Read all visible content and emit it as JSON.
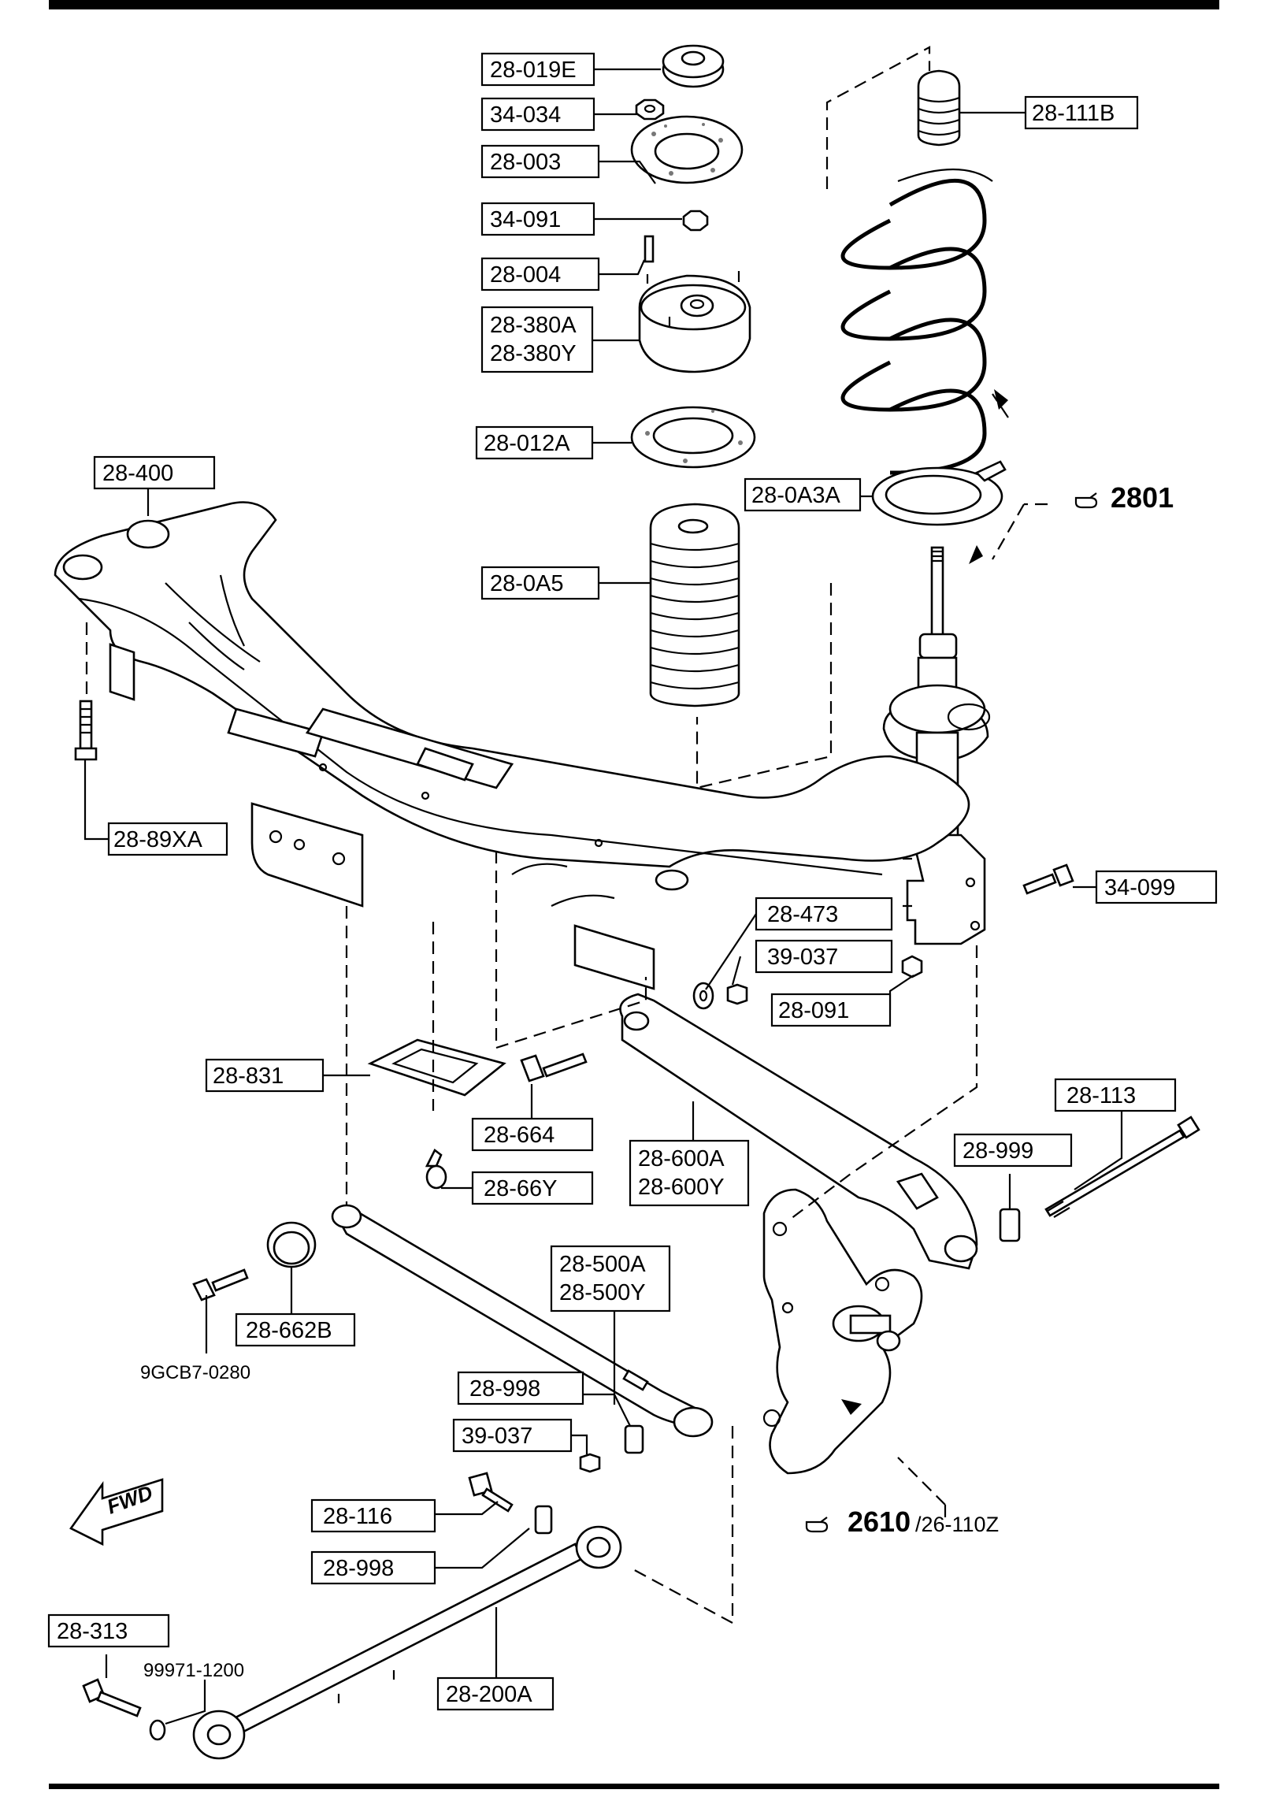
{
  "labels": {
    "p28_019E": "28-019E",
    "p34_034": "34-034",
    "p28_003": "28-003",
    "p34_091": "34-091",
    "p28_004": "28-004",
    "p28_380A": "28-380A",
    "p28_380Y": "28-380Y",
    "p28_012A": "28-012A",
    "p28_0A3A": "28-0A3A",
    "p28_0A5": "28-0A5",
    "p28_111B": "28-111B",
    "p28_400": "28-400",
    "p28_89XA": "28-89XA",
    "p34_099": "34-099",
    "p28_473": "28-473",
    "p39_037a": "39-037",
    "p28_091": "28-091",
    "p28_831": "28-831",
    "p28_664": "28-664",
    "p28_66Y": "28-66Y",
    "p28_600A": "28-600A",
    "p28_600Y": "28-600Y",
    "p28_113": "28-113",
    "p28_999": "28-999",
    "p28_500A": "28-500A",
    "p28_500Y": "28-500Y",
    "p28_662B": "28-662B",
    "p9GCB7": "9GCB7-0280",
    "p28_998a": "28-998",
    "p39_037b": "39-037",
    "p28_116": "28-116",
    "p28_998b": "28-998",
    "p28_313": "28-313",
    "p99971": "99971-1200",
    "p28_200A": "28-200A"
  },
  "references": {
    "spring_ref": "2801",
    "knuckle_ref": "2610",
    "knuckle_suffix": "/26-110Z"
  },
  "fwd_text": "FWD"
}
